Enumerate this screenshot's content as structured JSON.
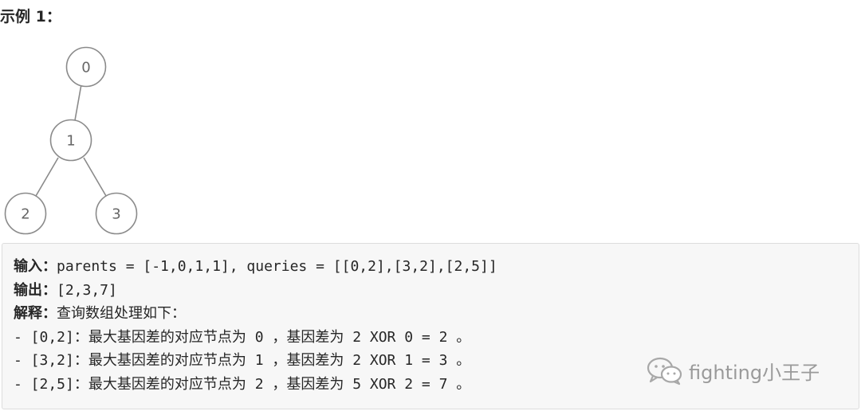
{
  "example": {
    "title": "示例 1："
  },
  "tree": {
    "nodes": [
      {
        "id": "0",
        "label": "0"
      },
      {
        "id": "1",
        "label": "1"
      },
      {
        "id": "2",
        "label": "2"
      },
      {
        "id": "3",
        "label": "3"
      }
    ],
    "edges": [
      [
        "0",
        "1"
      ],
      [
        "1",
        "2"
      ],
      [
        "1",
        "3"
      ]
    ],
    "stroke_color": "#8a8a8a",
    "label_color": "#666666"
  },
  "code": {
    "input_label": "输入：",
    "input_text": "parents = [-1,0,1,1], queries = [[0,2],[3,2],[2,5]]",
    "output_label": "输出：",
    "output_text": "[2,3,7]",
    "explain_label": "解释：",
    "explain_text": "查询数组处理如下：",
    "bullets": [
      "- [0,2]：最大基因差的对应节点为 0 ，基因差为 2 XOR 0 = 2 。",
      "- [3,2]：最大基因差的对应节点为 1 ，基因差为 2 XOR 1 = 3 。",
      "- [2,5]：最大基因差的对应节点为 2 ，基因差为 5 XOR 2 = 7 。"
    ],
    "background": "#f7f7f7"
  },
  "watermark": {
    "text": "fighting小王子",
    "icon": "wechat-icon"
  }
}
